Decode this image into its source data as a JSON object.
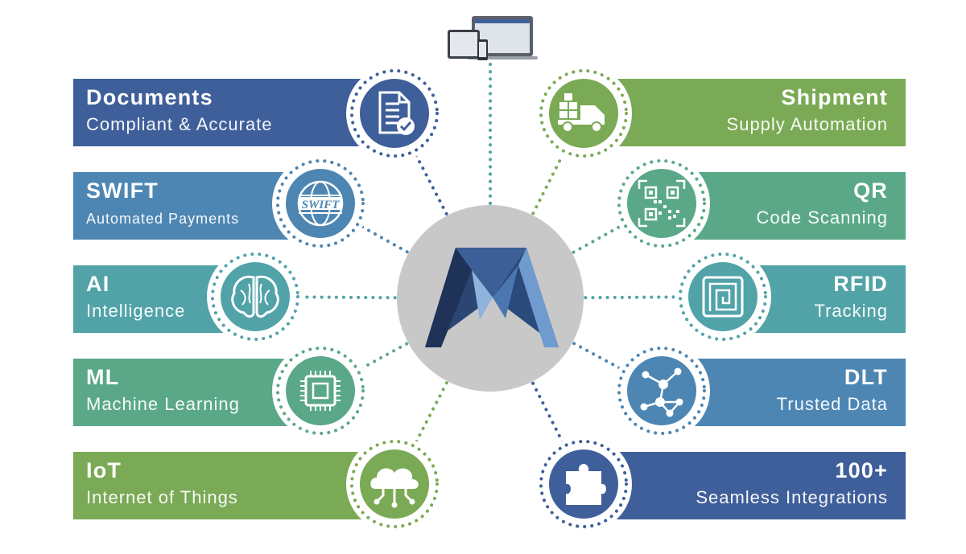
{
  "colors": {
    "navy": "#3f5f9a",
    "steel": "#4d86b3",
    "teal": "#51a3a8",
    "sea": "#5aa888",
    "green": "#7aaa55",
    "hub": "#c8c8c8",
    "logo_dark": "#1f3358",
    "logo_light": "#6f9bcf"
  },
  "hub": {
    "logo": "m-logo-icon"
  },
  "top_device": {
    "icon": "multi-device-screens-icon"
  },
  "left_items": [
    {
      "title": "Documents",
      "subtitle": "Compliant & Accurate",
      "icon": "document-check-icon",
      "color": "navy"
    },
    {
      "title": "SWIFT",
      "subtitle": "Automated Payments",
      "icon": "swift-globe-icon",
      "color": "steel"
    },
    {
      "title": "AI",
      "subtitle": "Intelligence",
      "icon": "brain-icon",
      "color": "teal"
    },
    {
      "title": "ML",
      "subtitle": "Machine Learning",
      "icon": "cpu-chip-icon",
      "color": "sea"
    },
    {
      "title": "IoT",
      "subtitle": "Internet of Things",
      "icon": "cloud-network-icon",
      "color": "green"
    }
  ],
  "right_items": [
    {
      "title": "Shipment",
      "subtitle": "Supply Automation",
      "icon": "delivery-truck-icon",
      "color": "green"
    },
    {
      "title": "QR",
      "subtitle": "Code Scanning",
      "icon": "qr-code-icon",
      "color": "sea"
    },
    {
      "title": "RFID",
      "subtitle": "Tracking",
      "icon": "rfid-tag-icon",
      "color": "teal"
    },
    {
      "title": "DLT",
      "subtitle": "Trusted Data",
      "icon": "network-nodes-icon",
      "color": "steel"
    },
    {
      "title": "100+",
      "subtitle": "Seamless Integrations",
      "icon": "puzzle-piece-icon",
      "color": "navy"
    }
  ]
}
